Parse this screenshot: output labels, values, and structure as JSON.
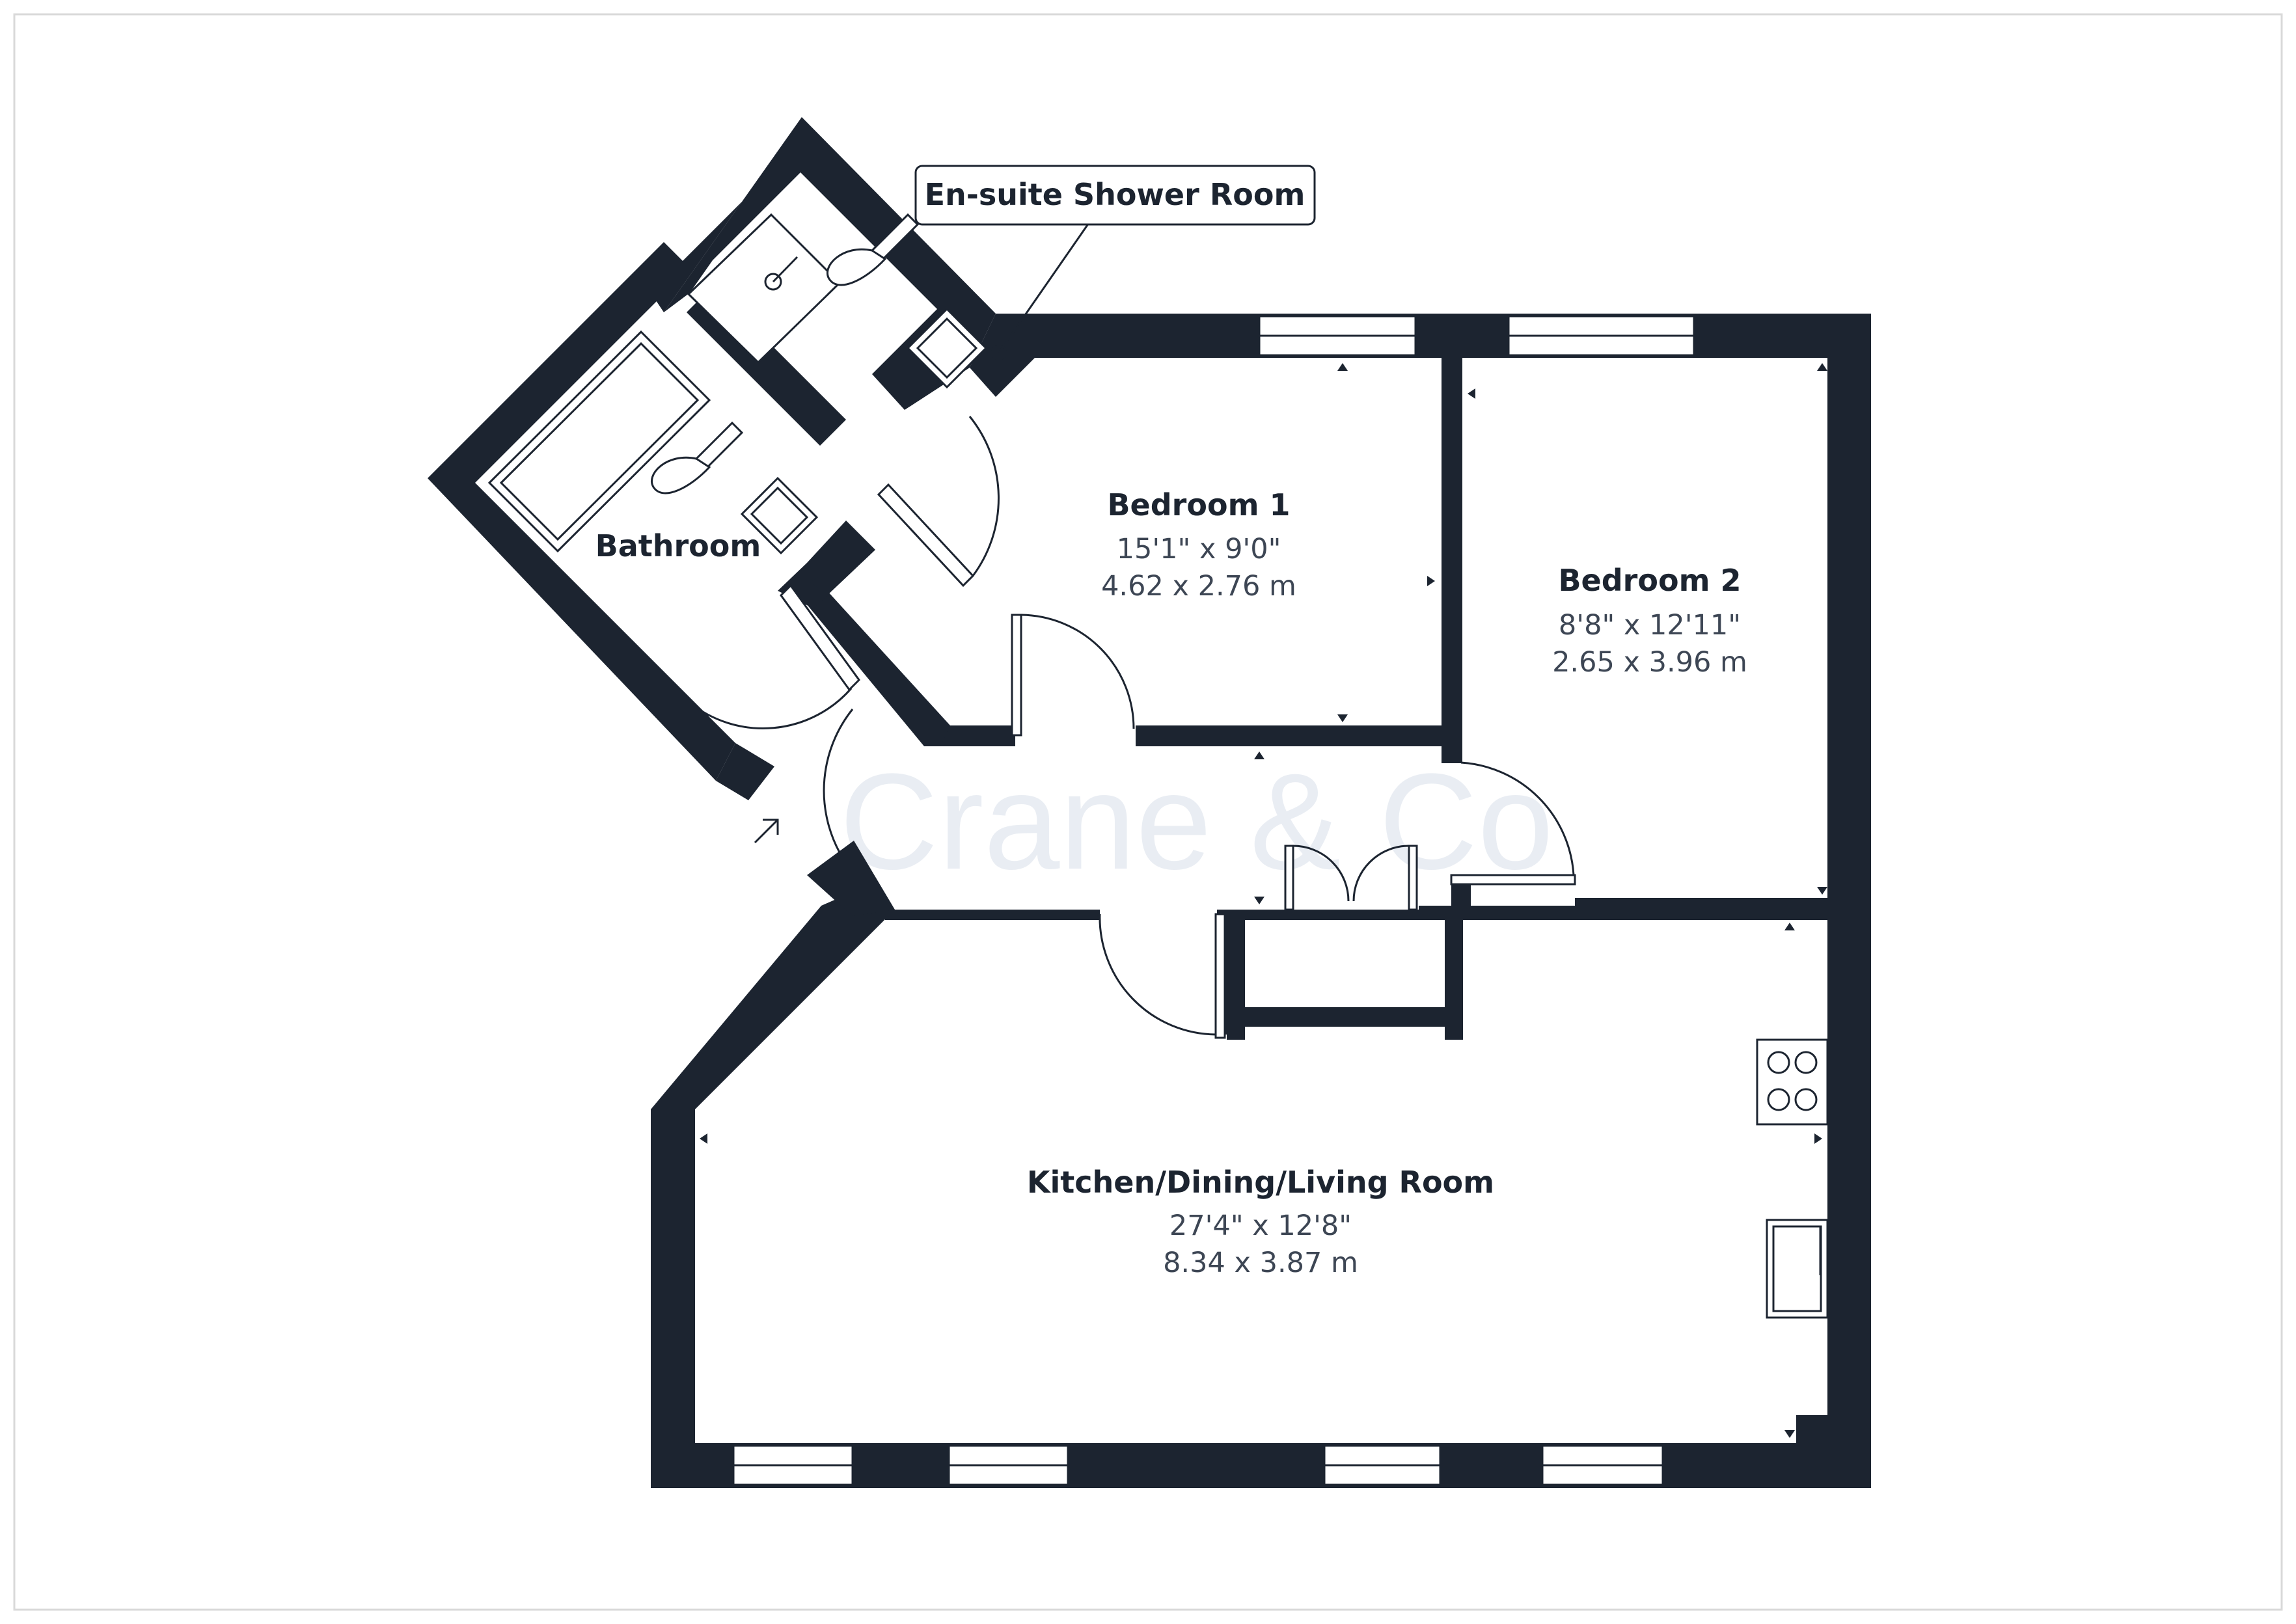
{
  "watermark": "Crane & Co",
  "callout": {
    "label": "En-suite Shower Room"
  },
  "rooms": [
    {
      "id": "bedroom-1",
      "name": "Bedroom 1",
      "imperial": "15'1\" x 9'0\"",
      "metric": "4.62 x 2.76 m"
    },
    {
      "id": "bedroom-2",
      "name": "Bedroom 2",
      "imperial": "8'8\" x 12'11\"",
      "metric": "2.65 x 3.96 m"
    },
    {
      "id": "bathroom",
      "name": "Bathroom"
    },
    {
      "id": "kitchen",
      "name": "Kitchen/Dining/Living Room",
      "imperial": "27'4\" x 12'8\"",
      "metric": "8.34 x 3.87 m"
    }
  ],
  "colors": {
    "wall": "#1c2430",
    "background": "#ffffff",
    "watermark": "#dfe6ee"
  },
  "icons": [
    "entrance-arrow-icon",
    "hob-icon",
    "sink-icon",
    "shower-tray-icon",
    "toilet-icon",
    "basin-icon",
    "bath-icon"
  ]
}
